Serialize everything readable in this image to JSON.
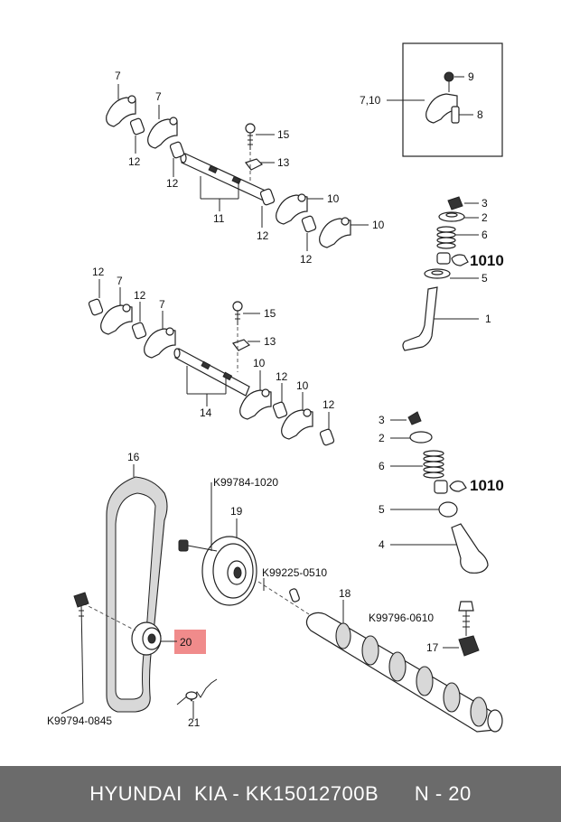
{
  "callouts": {
    "c7a": "7",
    "c7b": "7",
    "c12a": "12",
    "c12b": "12",
    "c15a": "15",
    "c13a": "13",
    "c11": "11",
    "c12c": "12",
    "c10a": "10",
    "c12d": "12",
    "c10b": "10",
    "c710": "7,10",
    "c9": "9",
    "c8": "8",
    "c3a": "3",
    "c2a": "2",
    "c6a": "6",
    "c1010a": "1010",
    "c5a": "5",
    "c1": "1",
    "c12e": "12",
    "c7c": "7",
    "c12f": "12",
    "c7d": "7",
    "c15b": "15",
    "c13b": "13",
    "c10c": "10",
    "c12g": "12",
    "c10d": "10",
    "c12h": "12",
    "c14": "14",
    "c3b": "3",
    "c2b": "2",
    "c6b": "6",
    "c1010b": "1010",
    "c5b": "5",
    "c4": "4",
    "c16": "16",
    "k1020": "K99784-1020",
    "c19": "19",
    "k0510": "K99225-0510",
    "c18": "18",
    "k0610": "K99796-0610",
    "c17": "17",
    "c20": "20",
    "c21": "21",
    "k0845": "K99794-0845"
  },
  "highlight_color": "#f08b8b",
  "footer": {
    "text": "HYUNDAI  KIA - KK15012700B      N - 20"
  }
}
